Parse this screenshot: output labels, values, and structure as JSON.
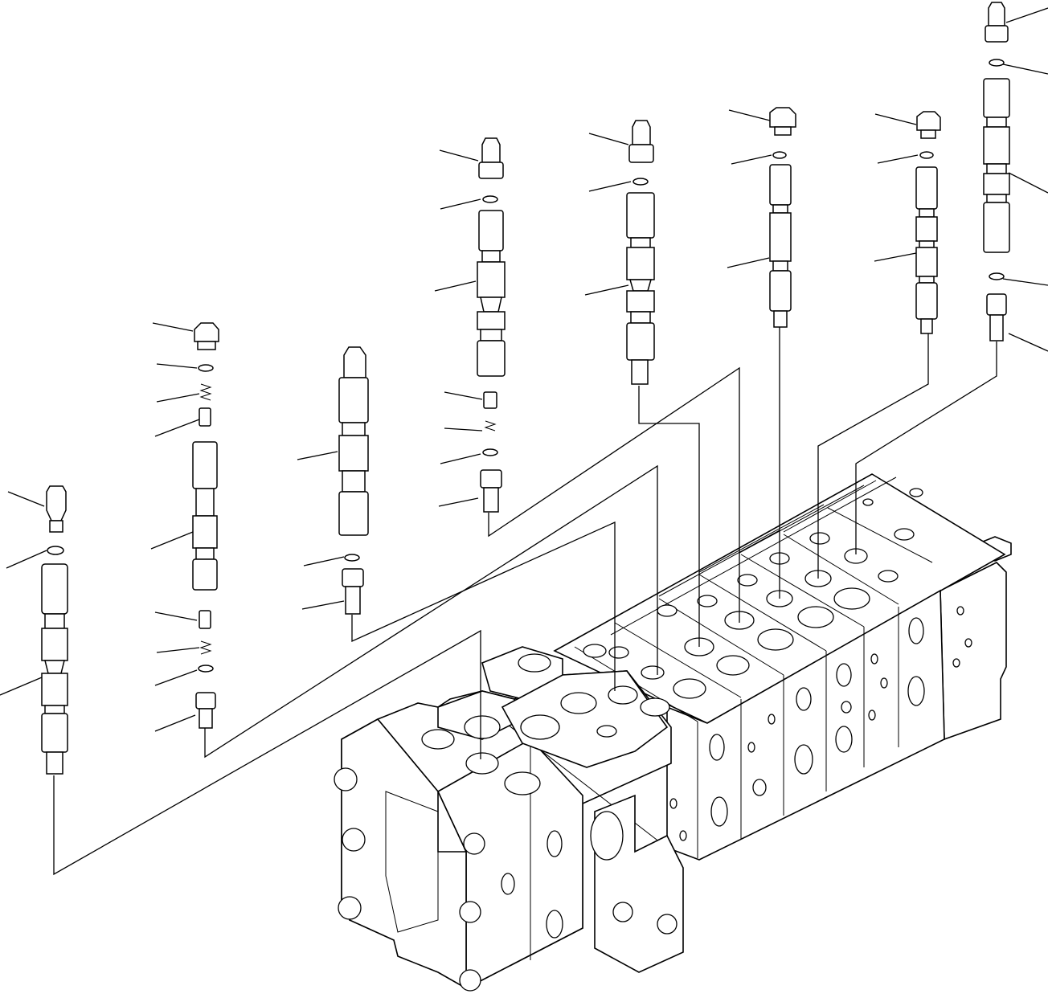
{
  "diagram": {
    "assemblies": [
      {
        "id": "spool-1",
        "parts": [
          "pin",
          "o-ring",
          "spool"
        ]
      },
      {
        "id": "spool-2",
        "parts": [
          "plug",
          "o-ring",
          "spring",
          "retainer",
          "spool",
          "retainer",
          "spring",
          "o-ring",
          "plug"
        ]
      },
      {
        "id": "spool-3",
        "parts": [
          "spool",
          "o-ring",
          "plug"
        ]
      },
      {
        "id": "spool-4",
        "parts": [
          "pin",
          "o-ring",
          "spool",
          "retainer",
          "spring",
          "o-ring",
          "plug"
        ]
      },
      {
        "id": "spool-5",
        "parts": [
          "pin",
          "o-ring",
          "spool"
        ]
      },
      {
        "id": "spool-6",
        "parts": [
          "plug",
          "o-ring",
          "spool"
        ]
      },
      {
        "id": "spool-7",
        "parts": [
          "plug",
          "o-ring",
          "spool"
        ]
      },
      {
        "id": "spool-8",
        "parts": [
          "pin",
          "o-ring",
          "spool",
          "o-ring",
          "plug"
        ]
      }
    ],
    "main_part": "control-valve-body",
    "line_color": "#000000",
    "background_color": "#ffffff"
  }
}
